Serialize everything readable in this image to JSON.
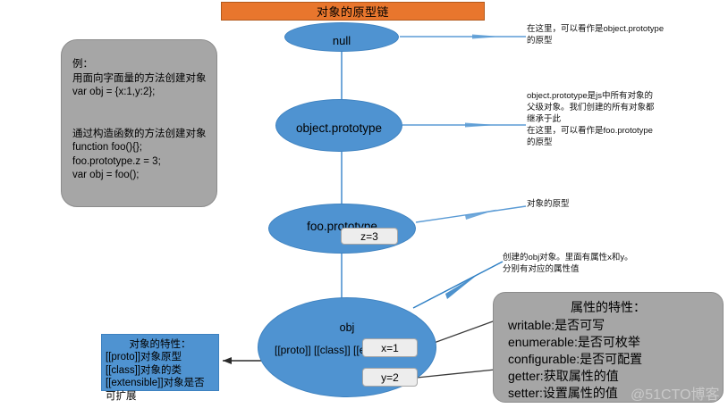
{
  "title_bar": {
    "text": "对象的原型链"
  },
  "code_card": {
    "text": "例：\n用面向字面量的方法创建对象\nvar obj = {x:1,y:2};\n\n\n通过构造函数的方法创建对象\nfunction foo(){};\nfoo.prototype.z = 3;\nvar obj = foo();"
  },
  "nodes": {
    "null": {
      "label": "null"
    },
    "object_prototype": {
      "label": "object.prototype"
    },
    "foo_prototype": {
      "label": "foo.prototype",
      "value_box": "z=3"
    },
    "obj": {
      "label": "obj",
      "properties": "[[proto]]\n[[class]]\n[[extensible]]",
      "value_box_x": "x=1",
      "value_box_y": "y=2"
    }
  },
  "notes": {
    "null_note": "在这里，可以看作是object.prototype\n的原型",
    "object_prototype_note": "object.prototype是js中所有对象的\n父级对象。我们创建的所有对象都\n继承于此\n在这里，可以看作是foo.prototype\n的原型",
    "foo_prototype_note": "对象的原型",
    "obj_note": "创建的obj对象。里面有属性x和y。\n分别有对应的属性值"
  },
  "object_traits_card": {
    "title": "对象的特性：",
    "body": "[[proto]]对象原型\n[[class]]对象的类\n[[extensible]]对象是否\n可扩展"
  },
  "property_attrs_card": {
    "title": "属性的特性：",
    "body": "writable:是否可写\nenumerable:是否可枚举\nconfigurable:是否可配置\ngetter:获取属性的值\nsetter:设置属性的值"
  },
  "watermark": {
    "text": "@51CTO博客"
  },
  "colors": {
    "title_bar": "#E8762D",
    "node_blue": "#4F93D1",
    "card_gray": "#A6A6A6",
    "value_box": "#EDEDED",
    "connector_blue": "#4F93D1",
    "connector_dark": "#3A3A3A"
  }
}
